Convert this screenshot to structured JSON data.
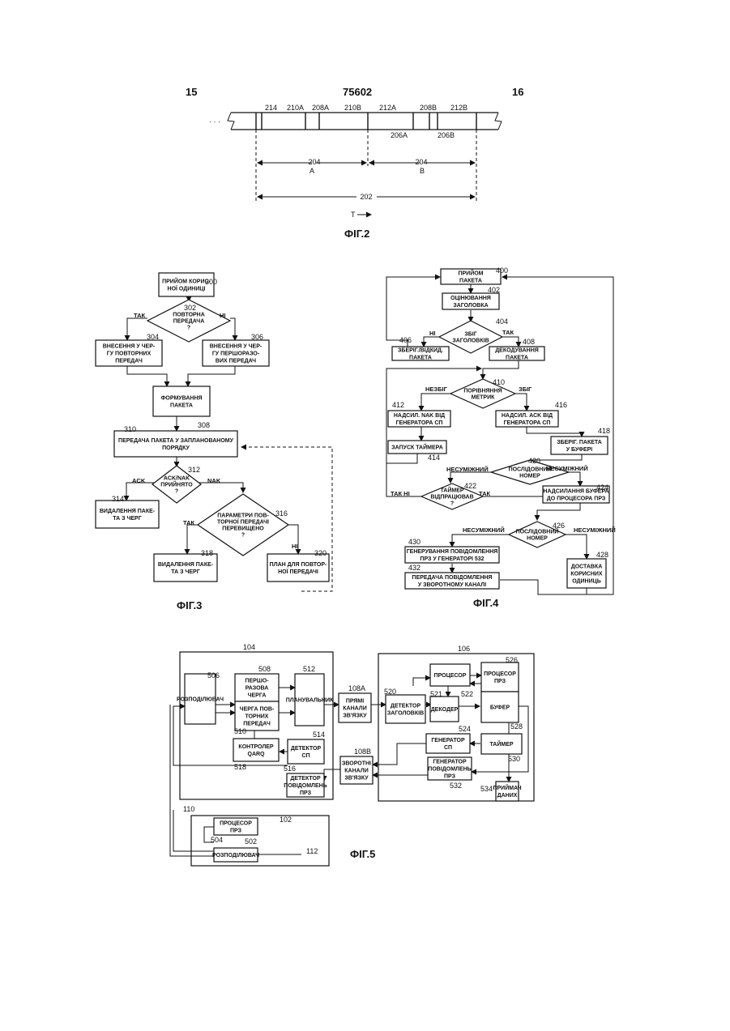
{
  "header": {
    "left": "15",
    "center": "75602",
    "right": "16"
  },
  "fig2": {
    "caption": "ФІГ.2",
    "dots": "· · ·",
    "refs": [
      "214",
      "210A",
      "208A",
      "210B",
      "212A",
      "208B",
      "212B",
      "206A",
      "206B"
    ],
    "span_a": {
      "ref": "204",
      "letter": "A"
    },
    "span_b": {
      "ref": "204",
      "letter": "B"
    },
    "total": "202",
    "time_label": "T"
  },
  "fig3": {
    "caption": "ФІГ.3",
    "boxes": {
      "b300": [
        "ПРИЙОМ КОРИС-",
        "НОЇ ОДИНИЦІ"
      ],
      "b304": [
        "ВНЕСЕННЯ У ЧЕР-",
        "ГУ ПОВТОРНИХ",
        "ПЕРЕДАЧ"
      ],
      "b306": [
        "ВНЕСЕННЯ У ЧЕР-",
        "ГУ ПЕРШОРАЗО-",
        "ВИХ ПЕРЕДАЧ"
      ],
      "b308": [
        "ФОРМУВАННЯ",
        "ПАКЕТА"
      ],
      "b310": [
        "ПЕРЕДАЧА ПАКЕТА У ЗАПЛАНОВАНОМУ",
        "ПОРЯДКУ"
      ],
      "b314": [
        "ВИДАЛЕННЯ ПАКЕ-",
        "ТА З ЧЕРГ"
      ],
      "b318": [
        "ВИДАЛЕННЯ ПАКЕ-",
        "ТА З ЧЕРГ"
      ],
      "b320": [
        "ПЛАН ДЛЯ ПОВТОР-",
        "НОЇ ПЕРЕДАЧІ"
      ]
    },
    "diamonds": {
      "d302": [
        "ПОВТОРНА",
        "ПЕРЕДАЧА",
        "?"
      ],
      "d312": [
        "ACK/NAK",
        "ПРИЙНЯТО",
        "?"
      ],
      "d316": [
        "ПАРАМЕТРИ ПОВ-",
        "ТОРНОЇ ПЕРЕДАЧІ",
        "ПЕРЕВИЩЕНО",
        "?"
      ]
    },
    "refs": {
      "r300": "300",
      "r302": "302",
      "r304": "304",
      "r306": "306",
      "r308": "308",
      "r310": "310",
      "r312": "312",
      "r314": "314",
      "r316": "316",
      "r318": "318",
      "r320": "320"
    },
    "labels": {
      "yes1": "ТАК",
      "no1": "НІ",
      "ack": "ACK",
      "nak": "NAK",
      "yes2": "ТАК",
      "no2": "НІ"
    }
  },
  "fig4": {
    "caption": "ФІГ.4",
    "boxes": {
      "b400": [
        "ПРИЙОМ",
        "ПАКЕТА"
      ],
      "b402": [
        "ОЦІНЮВАННЯ",
        "ЗАГОЛОВКА"
      ],
      "b406": [
        "ЗБЕРІГ./ВІДКИД.",
        "ПАКЕТА"
      ],
      "b408": [
        "ДЕКОДУВАННЯ",
        "ПАКЕТА"
      ],
      "b412": [
        "НАДСИЛ. NAK ВІД",
        "ГЕНЕРАТОРА СП"
      ],
      "b416": [
        "НАДСИЛ. ACK ВІД",
        "ГЕНЕРАТОРА СП"
      ],
      "b414": [
        "ЗАПУСК ТАЙМЕРА"
      ],
      "b418": [
        "ЗБЕРІГ. ПАКЕТА",
        "У БУФЕРІ"
      ],
      "b424": [
        "НАДСИЛАННЯ БУФЕРА",
        "ДО ПРОЦЕСОРА ПРЗ"
      ],
      "b430": [
        "ГЕНЕРУВАННЯ ПОВІДОМЛЕННЯ",
        "ПРЗ У ГЕНЕРАТОРІ 532"
      ],
      "b432": [
        "ПЕРЕДАЧА ПОВІДОМЛЕННЯ",
        "У ЗВОРОТНОМУ КАНАЛІ"
      ],
      "b428": [
        "ДОСТАВКА",
        "КОРИСНИХ",
        "ОДИНИЦЬ"
      ]
    },
    "diamonds": {
      "d404": [
        "ЗБІГ",
        "ЗАГОЛОВКІВ"
      ],
      "d410": [
        "ПОРІВНЯННЯ",
        "МЕТРИК"
      ],
      "d420": [
        "ПОСЛІДОВНИЙ",
        "НОМЕР"
      ],
      "d422": [
        "ТАЙМЕР",
        "ВІДПРАЦЮВАВ",
        "?"
      ],
      "d426": [
        "ПОСЛІДОВНИЙ",
        "НОМЕР"
      ]
    },
    "refs": {
      "r400": "400",
      "r402": "402",
      "r404": "404",
      "r406": "406",
      "r408": "408",
      "r410": "410",
      "r412": "412",
      "r414": "414",
      "r416": "416",
      "r418": "418",
      "r420": "420",
      "r422": "422",
      "r424": "424",
      "r426": "426",
      "r428": "428",
      "r430": "430",
      "r432": "432"
    },
    "labels": {
      "no404": "НІ",
      "yes404": "ТАК",
      "nomatch": "НЕЗБІГ",
      "match": "ЗБІГ",
      "inc420l": "НЕСУМІЖНИЙ",
      "inc420r": "НЕСУМІЖНИЙ",
      "yesno": "ТАК НІ",
      "yes422": "ТАК",
      "inc426l": "НЕСУМІЖНИЙ",
      "inc426r": "НЕСУМІЖНИЙ"
    }
  },
  "fig5": {
    "caption": "ФІГ.5",
    "blocks": {
      "b506": [
        "РОЗПОДІЛЮВАЧ"
      ],
      "b508": [
        "ПЕРШО-",
        "РАЗОВА",
        "ЧЕРГА"
      ],
      "b510": [
        "ЧЕРГА ПОВ-",
        "ТОРНИХ",
        "ПЕРЕДАЧ"
      ],
      "b512": [
        "ПЛАНУВАЛЬНИК"
      ],
      "b518": [
        "КОНТРОЛЕР",
        "QARQ"
      ],
      "b514": [
        "ДЕТЕКТОР",
        "СП"
      ],
      "b516": [
        "ДЕТЕКТОР",
        "ПОВІДОМЛЕНЬ",
        "ПРЗ"
      ],
      "b108a": [
        "ПРЯМІ",
        "КАНАЛИ",
        "ЗВ'ЯЗКУ"
      ],
      "b108b": [
        "ЗВОРОТНІ",
        "КАНАЛИ",
        "ЗВ'ЯЗКУ"
      ],
      "b520": [
        "ДЕТЕКТОР",
        "ЗАГОЛОВКІВ"
      ],
      "b521": [
        "ПРОЦЕСОР"
      ],
      "b522": [
        "ДЕКОДЕР"
      ],
      "b526": [
        "ПРОЦЕСОР",
        "ПРЗ"
      ],
      "b528": [
        "БУФЕР"
      ],
      "b524": [
        "ГЕНЕРАТОР",
        "СП"
      ],
      "b530": [
        "ТАЙМЕР"
      ],
      "b532": [
        "ГЕНЕРАТОР",
        "ПОВІДОМЛЕНЬ",
        "ПРЗ"
      ],
      "b534": [
        "ПРИЙМАЧ",
        "ДАНИХ"
      ],
      "b504": [
        "ПРОЦЕСОР",
        "ПРЗ"
      ],
      "b502": [
        "РОЗПОДІЛЮВАЧ"
      ]
    },
    "refs": {
      "r104": "104",
      "r106": "106",
      "r506": "506",
      "r508": "508",
      "r510": "510",
      "r512": "512",
      "r518": "518",
      "r514": "514",
      "r516": "516",
      "r108a": "108A",
      "r108b": "108B",
      "r520": "520",
      "r521": "521",
      "r522": "522",
      "r526": "526",
      "r528": "528",
      "r524": "524",
      "r530": "530",
      "r532": "532",
      "r534": "534",
      "r110": "110",
      "r102": "102",
      "r504": "504",
      "r502": "502",
      "r112": "112"
    }
  }
}
